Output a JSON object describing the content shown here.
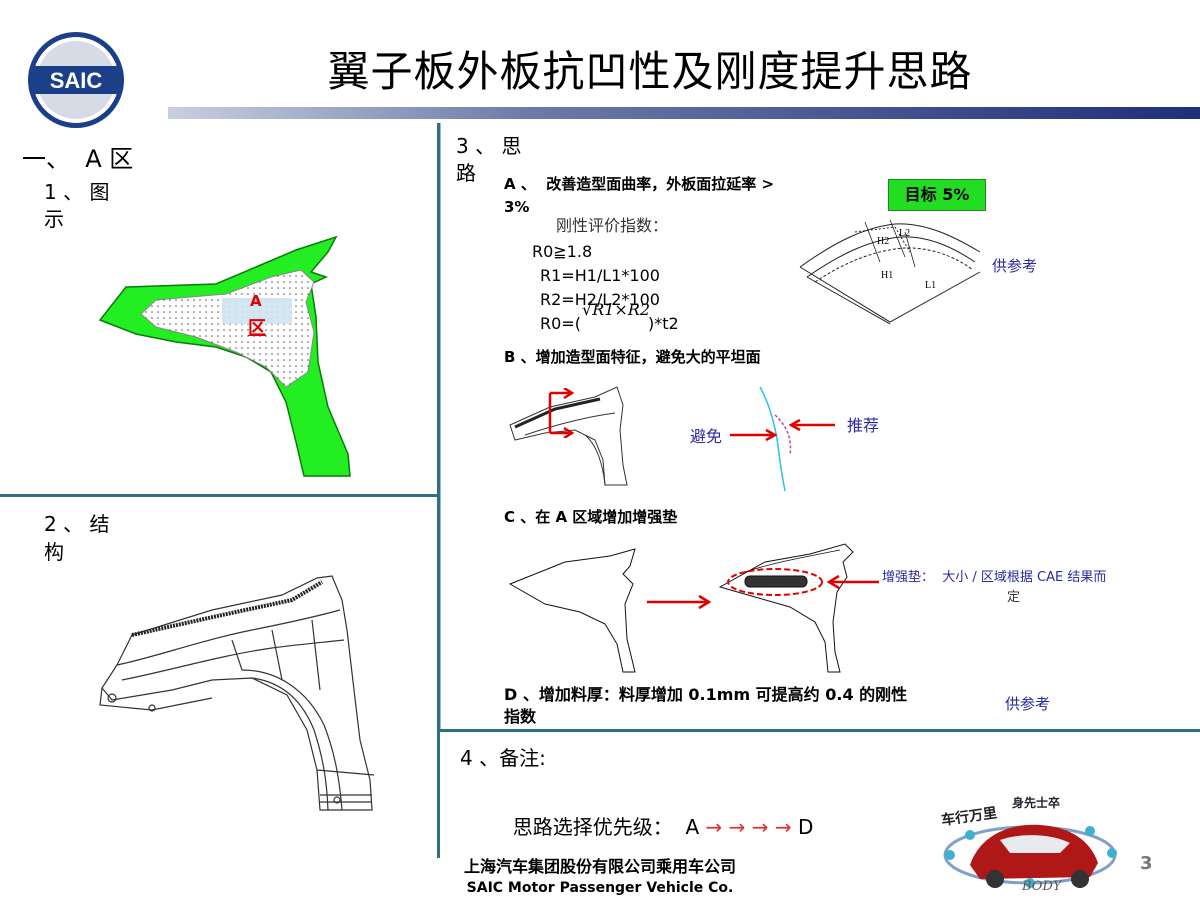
{
  "slide": {
    "title": "翼子板外板抗凹性及刚度提升思路",
    "page_number": "3",
    "logo_text": "SAIC",
    "footer": {
      "company_cn": "上海汽车集团股份有限公司乘用车公司",
      "company_en": "SAIC Motor Passenger Vehicle Co."
    }
  },
  "left": {
    "section1": {
      "title": "一、  A 区",
      "sub1": "1 、 图",
      "sub1b": "示",
      "region_label_a": "A",
      "region_label_b": "区"
    },
    "section2": {
      "title": "2 、 结",
      "title_b": "构"
    }
  },
  "right": {
    "section3": {
      "title": "3 、 思",
      "title_b": "路"
    },
    "itemA": {
      "heading": "A 、  改善造型面曲率，外板面拉延率 >",
      "heading_b": "3%",
      "target": "目标 5%",
      "stiffness_title": "刚性评价指数：",
      "r0": "R0≧1.8",
      "r1": "R1=H1/L1*100",
      "r2": "R2=H2/L2*100",
      "r0f_prefix": "R0=(",
      "r0f_sqrt": "√R1×R2",
      "r0f_suffix": ")*t2",
      "ref_note": "供参考",
      "diagram_labels": {
        "h2": "H2",
        "l2": "L2",
        "h1": "H1",
        "l1": "L1"
      }
    },
    "itemB": {
      "heading": "B 、增加造型面特征，避免大的平坦面",
      "avoid": "避免",
      "recommend": "推荐"
    },
    "itemC": {
      "heading": "C 、在 A 区域增加增强垫",
      "note_line1": "增强垫：  大小 / 区域根据 CAE 结果而",
      "note_line2": "定"
    },
    "itemD": {
      "heading": "D 、增加料厚：料厚增加 0.1mm 可提高约 0.4 的刚性",
      "heading_b": "指数",
      "ref_note": "供参考"
    },
    "section4": {
      "title": "4 、备注:",
      "priority_label": "思路选择优先级：",
      "priority_start": "A",
      "arrows": "→ → → →",
      "priority_end": "D"
    },
    "badge": {
      "line1": "车行万里",
      "line2": "身先士卒",
      "brand": "BODY"
    }
  }
}
